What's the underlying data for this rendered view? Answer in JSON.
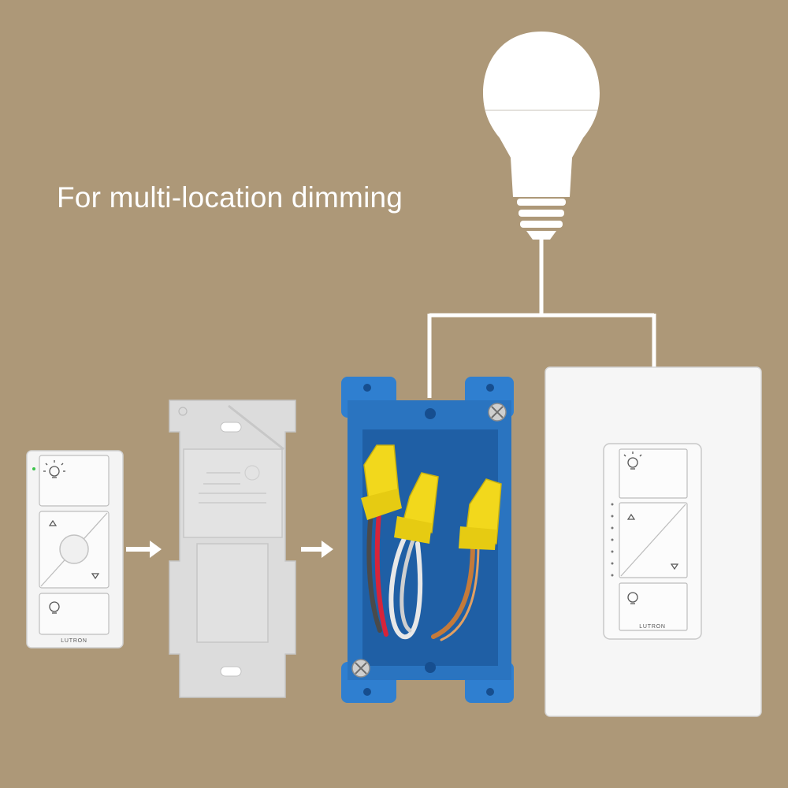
{
  "headline": "For multi-location dimming",
  "colors": {
    "background": "#ad9878",
    "wire": "#ffffff",
    "junction_box": "#2f7fd0",
    "wire_nut": "#f2d81c",
    "device_white": "#f4f4f4",
    "mount_bracket": "#d9d9d9"
  },
  "devices": {
    "pico_remote": {
      "brand": "LUTRON",
      "icons": [
        "bulb-on-icon",
        "raise-arrow-icon",
        "favorite-button-icon",
        "lower-arrow-icon",
        "bulb-off-icon"
      ]
    },
    "wallplate_bracket": {
      "icons": [
        "bracket"
      ]
    },
    "junction_box": {
      "icons": [
        "screw-icon",
        "wire-nut"
      ]
    },
    "caseta_dimmer": {
      "brand": "LUTRON",
      "icons": [
        "bulb-on-icon",
        "raise-arrow-icon",
        "lower-arrow-icon",
        "bulb-off-icon"
      ]
    },
    "light_bulb": {
      "icons": [
        "led-bulb-icon"
      ]
    }
  },
  "flow_arrows": [
    "arrow-right-icon",
    "arrow-right-icon"
  ]
}
